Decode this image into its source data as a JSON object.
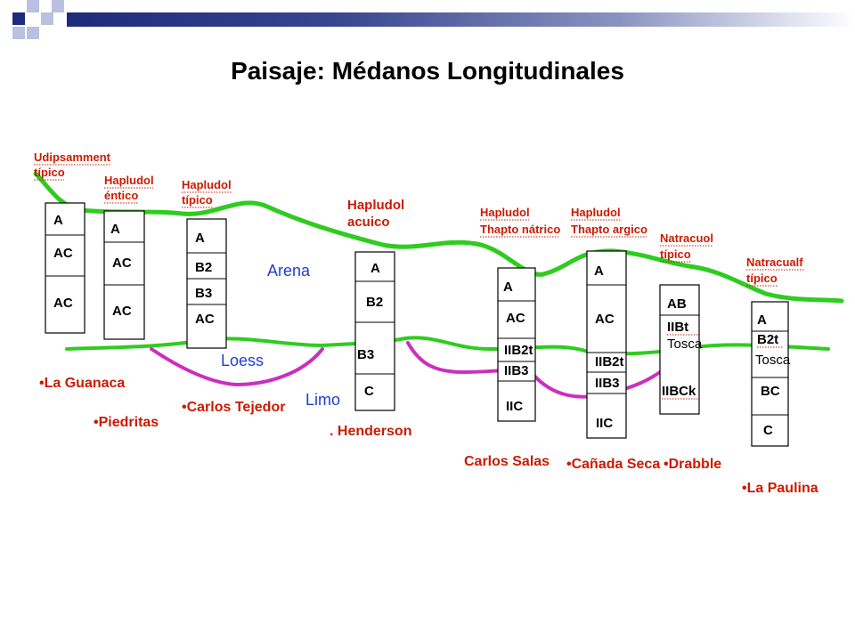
{
  "title": "Paisaje: Médanos Longitudinales",
  "materials": {
    "arena": "Arena",
    "loess": "Loess",
    "limo": "Limo"
  },
  "soils": [
    {
      "name_l1": "Udipsamment",
      "name_l2": "típico",
      "horizons": [
        "A",
        "AC",
        "AC"
      ]
    },
    {
      "name_l1": "Hapludol",
      "name_l2": "éntico",
      "horizons": [
        "A",
        "AC",
        "AC"
      ]
    },
    {
      "name_l1": "Hapludol",
      "name_l2": "típico",
      "horizons": [
        "A",
        "B2",
        "B3",
        "AC"
      ]
    },
    {
      "name_l1": "Hapludol",
      "name_l2": "acuico",
      "horizons": [
        "A",
        "B2",
        "B3",
        "C"
      ]
    },
    {
      "name_l1": "Hapludol",
      "name_l2": "Thapto nátrico",
      "horizons": [
        "A",
        "AC",
        "IIB2t",
        "IIB3",
        "IIC"
      ]
    },
    {
      "name_l1": "Hapludol",
      "name_l2": "Thapto argico",
      "horizons": [
        "A",
        "AC",
        "IIB2t",
        "IIB3",
        "IIC"
      ]
    },
    {
      "name_l1": "Natracuol",
      "name_l2": "típico",
      "horizons": [
        "AB",
        "IIBt",
        "Tosca",
        "IIBCk"
      ]
    },
    {
      "name_l1": "Natracualf",
      "name_l2": "típico",
      "horizons": [
        "A",
        "B2t",
        "Tosca",
        "BC",
        "C"
      ]
    }
  ],
  "locations": [
    "•La Guanaca",
    "•Piedritas",
    "•Carlos Tejedor",
    ". Henderson",
    "Carlos Salas",
    "•Cañada Seca",
    "•Drabble",
    "•La Paulina"
  ],
  "colors": {
    "dune_line": "#2ecc1f",
    "loess_line": "#cc2ec0",
    "soil_label": "#cc1a00",
    "material_label": "#1f3fd0",
    "header_dark": "#1f2a7a",
    "header_light": "#a9b1d6"
  }
}
